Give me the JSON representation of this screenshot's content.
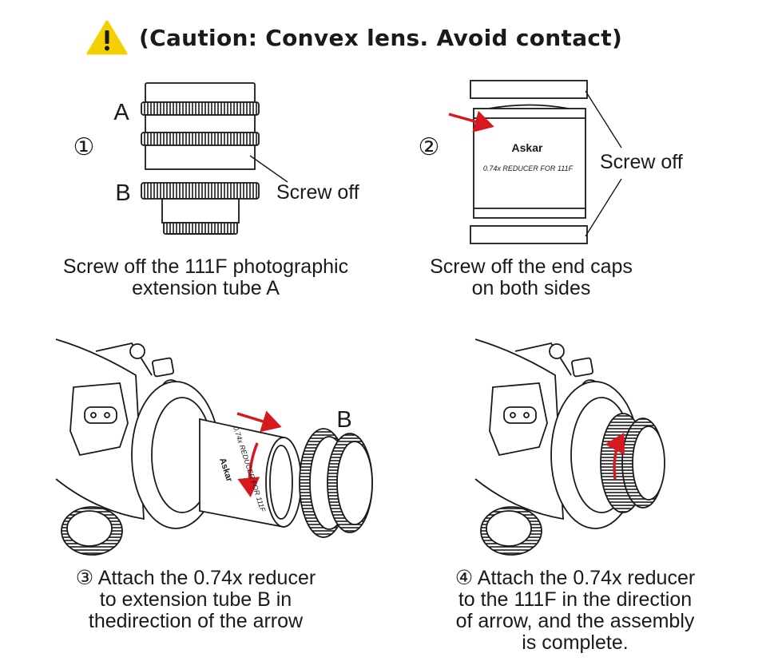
{
  "caution": {
    "text": "(Caution: Convex lens. Avoid contact)",
    "icon": "warning-triangle-icon",
    "icon_color": "#f5d000"
  },
  "steps": [
    {
      "number": "①",
      "labels": {
        "a": "A",
        "b": "B",
        "callout": "Screw off"
      },
      "caption": [
        "Screw off the 111F photographic",
        "extension tube A"
      ]
    },
    {
      "number": "②",
      "product_brand": "Askar",
      "product_name": "0.74x REDUCER FOR 111F",
      "labels": {
        "callout": "Screw off"
      },
      "caption": [
        "Screw off the end caps",
        "on both sides"
      ]
    },
    {
      "number": "③",
      "labels": {
        "b": "B"
      },
      "product_brand": "Askar",
      "product_name": "0.74x REDUCER FOR 111F",
      "caption": [
        "Attach the 0.74x reducer",
        "to extension tube B in",
        "thedirection of the arrow"
      ]
    },
    {
      "number": "④",
      "caption": [
        "Attach the 0.74x reducer",
        "to the 111F in the direction",
        "of arrow, and the assembly",
        "is complete."
      ]
    }
  ],
  "colors": {
    "arrow": "#d7191f",
    "line": "#1a1a1a",
    "accent": "#f5d000"
  }
}
